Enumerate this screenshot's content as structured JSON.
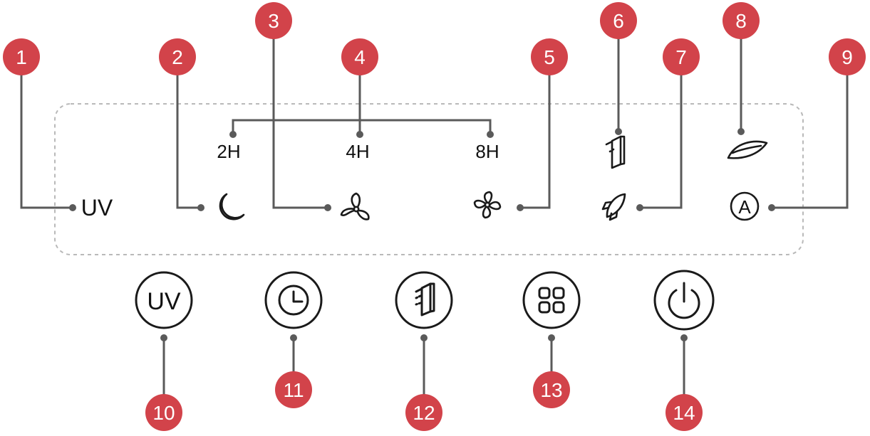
{
  "colors": {
    "badge": "#d2434a",
    "leader": "#5a5a5a",
    "outline": "#1a1a1a",
    "panel_border": "#b9b9b9"
  },
  "timers": [
    "2H",
    "4H",
    "8H"
  ],
  "indicators": {
    "uv_label": "UV",
    "auto_label": "A",
    "sleep_icon": "moon-icon",
    "low_fan_icon": "three-blade-fan-icon",
    "high_fan_icon": "four-blade-fan-icon",
    "filter_icon": "filter-replace-icon",
    "turbo_icon": "rocket-icon",
    "air_quality_icon": "leaf-icon"
  },
  "buttons": {
    "uv_label": "UV",
    "timer_icon": "clock-icon",
    "filter_reset_icon": "filter-replace-icon",
    "mode_icon": "grid-icon",
    "power_icon": "power-icon"
  },
  "callouts": [
    "1",
    "2",
    "3",
    "4",
    "5",
    "6",
    "7",
    "8",
    "9",
    "10",
    "11",
    "12",
    "13",
    "14"
  ]
}
